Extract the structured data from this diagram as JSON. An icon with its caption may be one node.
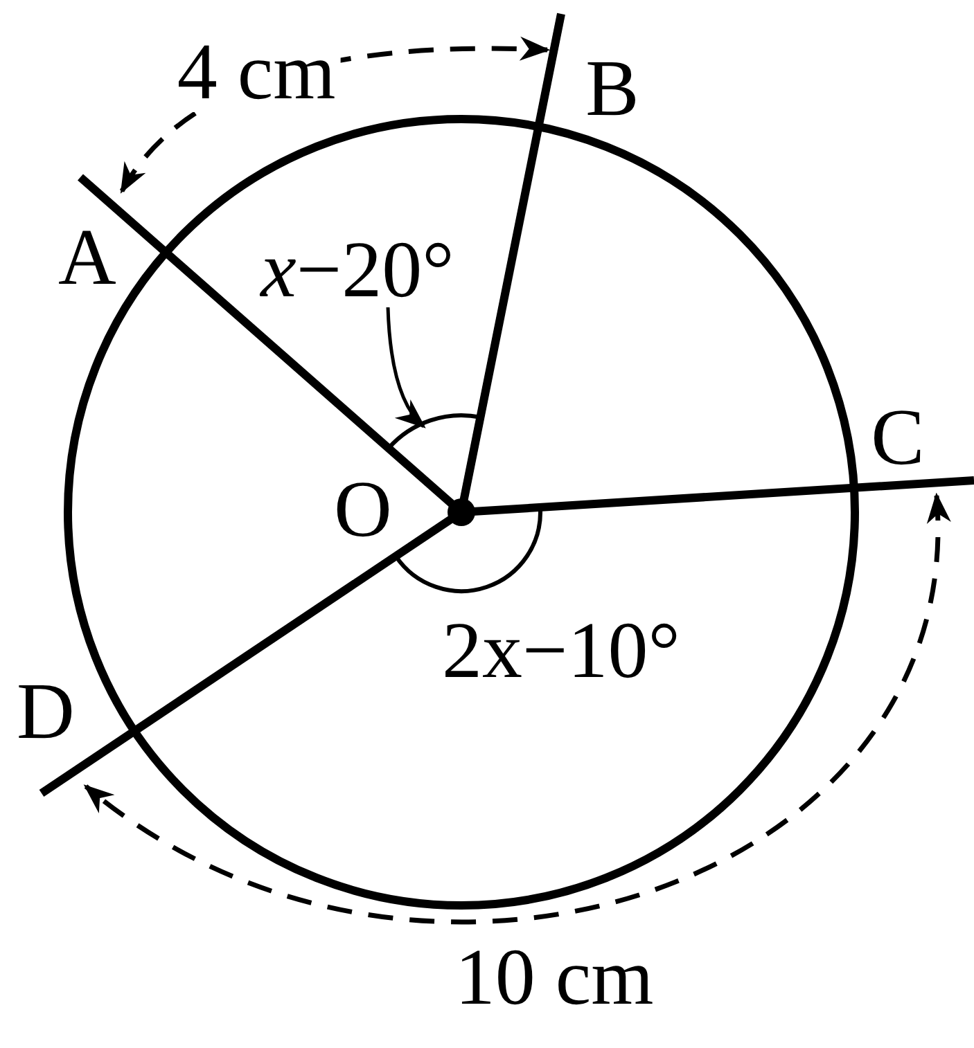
{
  "diagram": {
    "nodes": [
      {
        "text": [
          "*x*−20°"
        ]
      },
      {
        "text": [],
        "shape": "arc"
      }
    ],
    "edges": [
      {
        "from": 0,
        "to": 1,
        "arrow": "to"
      }
    ],
    "labels": [
      "4 cm",
      "B",
      "A",
      "C",
      "O",
      "2x−10°",
      "D",
      "10 cm"
    ]
  }
}
